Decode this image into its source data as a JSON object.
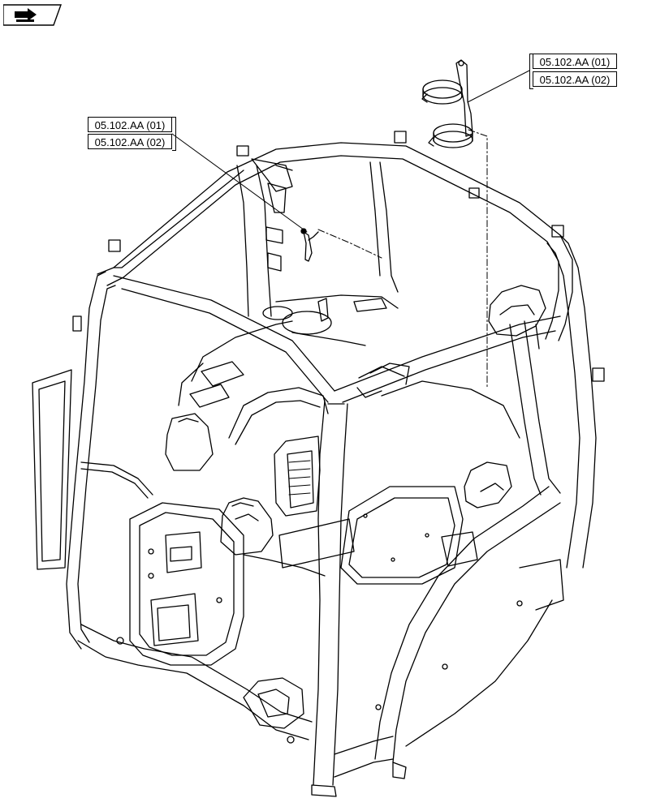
{
  "diagram": {
    "type": "exploded-parts-illustration",
    "subject": "tractor-cab-frame"
  },
  "nav_icon": {
    "name": "page-forward-icon",
    "stroke": "#000000",
    "fill": "#000000"
  },
  "callouts": {
    "left": {
      "item_1": "05.102.AA (01)",
      "item_2": "05.102.AA (02)"
    },
    "right": {
      "item_1": "05.102.AA (01)",
      "item_2": "05.102.AA (02)"
    }
  },
  "colors": {
    "line": "#000000",
    "background": "#ffffff"
  }
}
